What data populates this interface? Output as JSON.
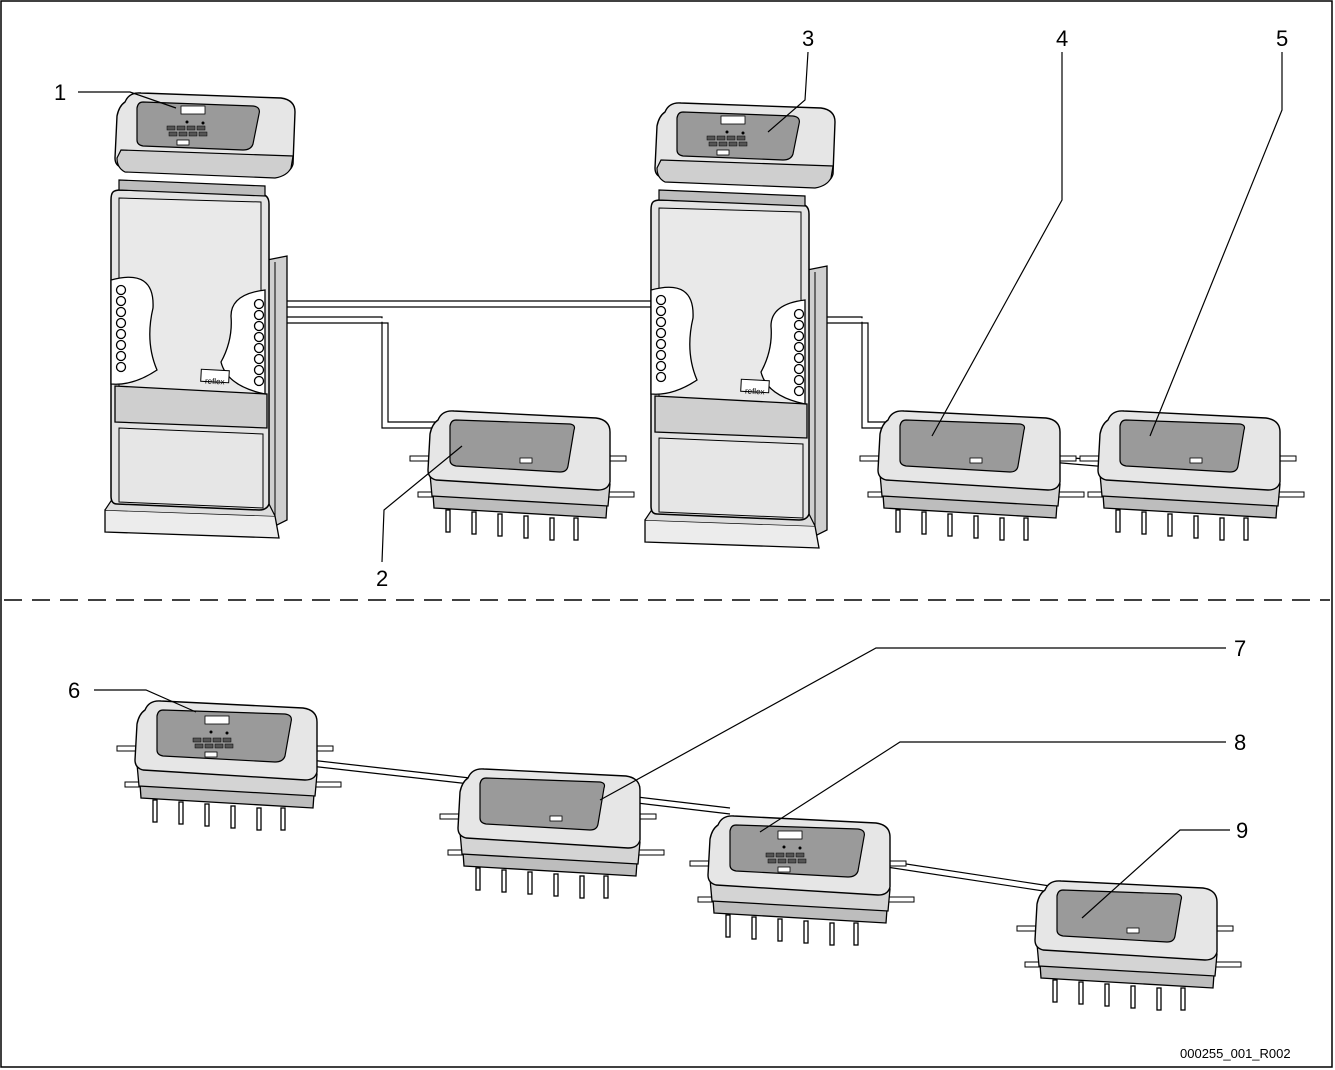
{
  "callouts": [
    {
      "id": "1",
      "text": "1"
    },
    {
      "id": "2",
      "text": "2"
    },
    {
      "id": "3",
      "text": "3"
    },
    {
      "id": "4",
      "text": "4"
    },
    {
      "id": "5",
      "text": "5"
    },
    {
      "id": "6",
      "text": "6"
    },
    {
      "id": "7",
      "text": "7"
    },
    {
      "id": "8",
      "text": "8"
    },
    {
      "id": "9",
      "text": "9"
    }
  ],
  "brand": "reflex",
  "drawing_code": "000255_001_R002",
  "colors": {
    "outline": "#000000",
    "body_light": "#e6e6e6",
    "body_mid": "#cfcfcf",
    "panel_dark": "#9a9a9a"
  }
}
